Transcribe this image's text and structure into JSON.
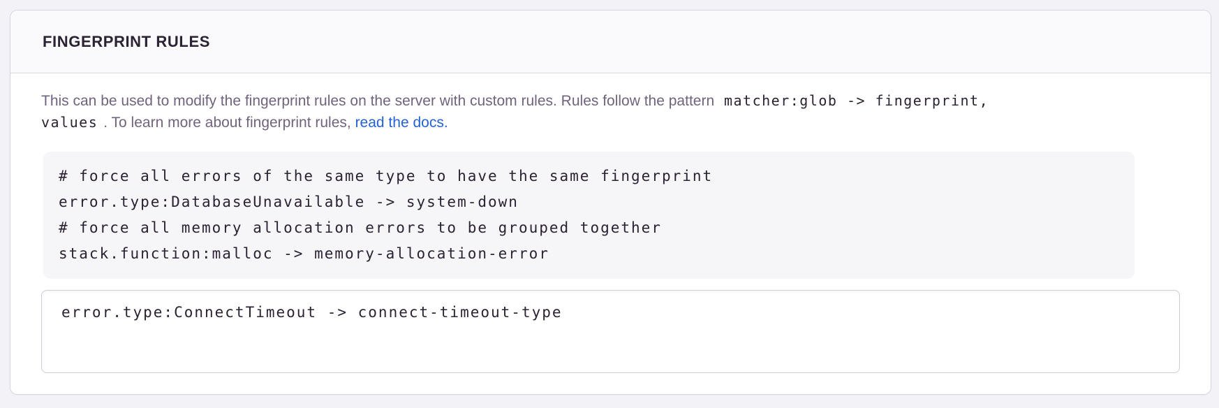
{
  "panel": {
    "title": "FINGERPRINT RULES"
  },
  "help": {
    "text_before": "This can be used to modify the fingerprint rules on the server with custom rules. Rules follow the pattern ",
    "pattern_code_line1": "matcher:glob -> fingerprint,",
    "pattern_code_line2": "values",
    "text_after_code": ". To learn more about fingerprint rules, ",
    "link_label": "read the docs",
    "link_suffix": "."
  },
  "code_example": {
    "lines": [
      "# force all errors of the same type to have the same fingerprint",
      "error.type:DatabaseUnavailable -> system-down",
      "# force all memory allocation errors to be grouped together",
      "stack.function:malloc -> memory-allocation-error"
    ]
  },
  "editor": {
    "value": "error.type:ConnectTimeout -> connect-timeout-type"
  },
  "colors": {
    "link": "#2562d4",
    "heading_text": "#2b2233",
    "body_text": "#71637e",
    "panel_border": "#d8d5e0",
    "header_bg": "#fafafc",
    "code_bg": "#f6f6f8",
    "page_bg": "#f3f2f7"
  }
}
